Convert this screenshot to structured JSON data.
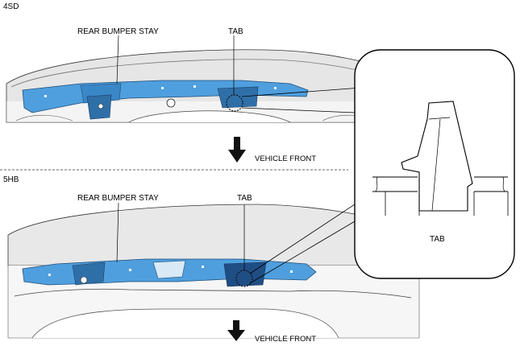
{
  "panel_top": {
    "variant": "4SD",
    "part_label": "REAR BUMPER STAY",
    "tab_label": "TAB",
    "direction_label": "VEHICLE FRONT"
  },
  "panel_bottom": {
    "variant": "5HB",
    "part_label": "REAR BUMPER STAY",
    "tab_label": "TAB",
    "direction_label": "VEHICLE FRONT"
  },
  "detail": {
    "label": "TAB"
  },
  "colors": {
    "stay_blue": "#4f9fde",
    "stay_blue_dark": "#2b6fb3",
    "body_gray": "#d9d9d9",
    "line": "#1a1a1a"
  }
}
